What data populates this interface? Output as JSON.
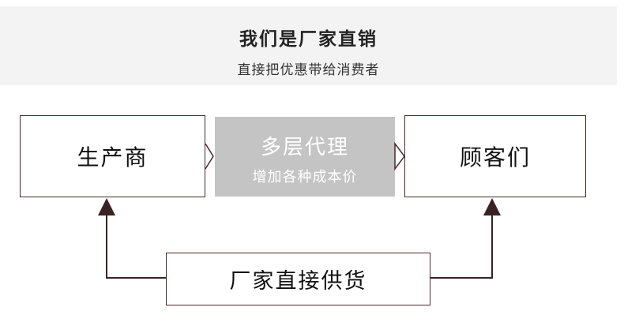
{
  "banner": {
    "title": "我们是厂家直销",
    "subtitle": "直接把优惠带给消费者"
  },
  "nodes": {
    "producer": "生产商",
    "customer": "顾客们",
    "factory_direct": "厂家直接供货",
    "middleman_title": "多层代理",
    "middleman_subtitle": "增加各种成本价"
  },
  "colors": {
    "border": "#4a2a2a",
    "arrow": "#3a2222",
    "middleman_fill": "#c4c4c4",
    "banner_bg": "#f3f3f3"
  }
}
